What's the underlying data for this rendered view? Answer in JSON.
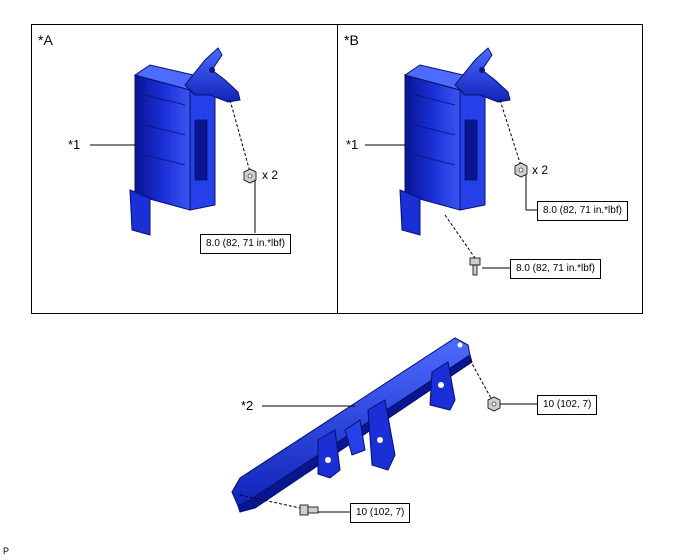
{
  "panels": [
    {
      "label": "*A",
      "part_callout": "*1",
      "nut_qty": "x 2",
      "torque_nut": "8.0 (82, 71 in.*lbf)"
    },
    {
      "label": "*B",
      "part_callout": "*1",
      "nut_qty": "x 2",
      "torque_nut": "8.0 (82, 71 in.*lbf)",
      "torque_bolt": "8.0 (82, 71 in.*lbf)"
    }
  ],
  "bracket": {
    "callout": "*2",
    "torque_nut": "10 (102, 7)",
    "torque_bolt": "10 (102, 7)"
  },
  "footer": "P",
  "colors": {
    "part_fill": "#1a2fd6",
    "part_dark": "#0a1590",
    "part_light": "#4d6bff",
    "fastener": "#c8c8c8"
  }
}
